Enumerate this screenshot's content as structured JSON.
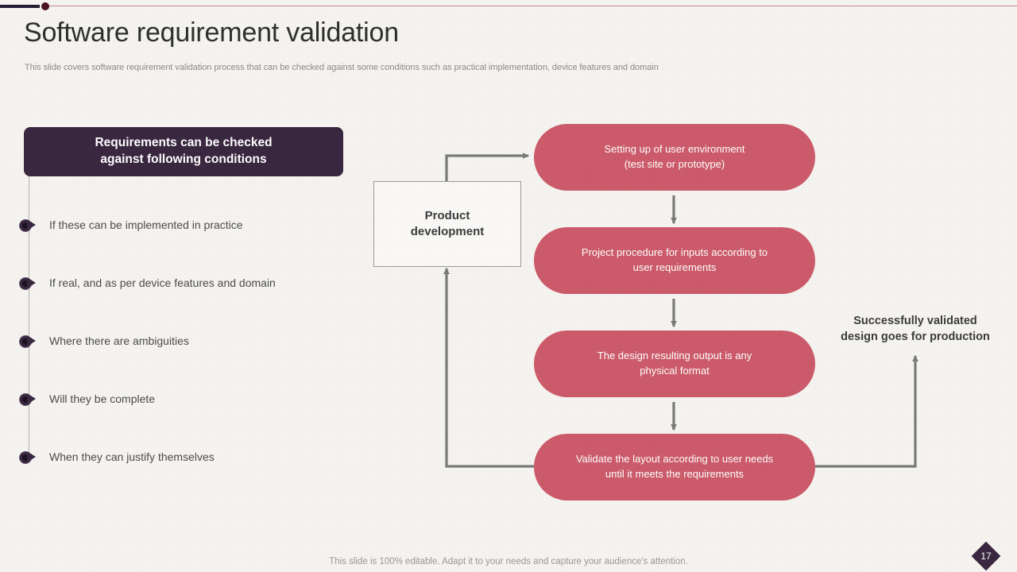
{
  "slide": {
    "title": "Software requirement validation",
    "subtitle": "This slide covers software requirement validation process that can be checked against some conditions such as practical implementation, device features and domain",
    "footer_note": "This slide is 100% editable. Adapt it to your needs and capture your audience's attention.",
    "page_number": "17"
  },
  "colors": {
    "accent_pink": "#cd5b6b",
    "dark_purple": "#3a2740",
    "background": "#f7f5f1",
    "arrow_gray": "#7a7a7a",
    "rule_dark": "#241c33",
    "rule_thin": "#c98a93"
  },
  "conditions_panel": {
    "header": "Requirements can be checked against following conditions",
    "header_line_1": "Requirements can be checked",
    "header_line_2": "against following conditions",
    "items": [
      {
        "label": "If these can be implemented in practice"
      },
      {
        "label": "If real, and as per device features and domain"
      },
      {
        "label": "Where there are ambiguities"
      },
      {
        "label": "Will they be complete"
      },
      {
        "label": "When they can justify themselves"
      }
    ]
  },
  "flow": {
    "input_box": {
      "label": "Product development",
      "line_1": "Product",
      "line_2": "development"
    },
    "steps": [
      {
        "label": "Setting up of user environment (test site or prototype)",
        "line_1": "Setting up of user environment",
        "line_2": "(test site or prototype)"
      },
      {
        "label": "Project procedure for inputs according to user requirements",
        "line_1": "Project procedure for inputs according to",
        "line_2": "user requirements"
      },
      {
        "label": "The design resulting output is any physical format",
        "line_1": "The design resulting output  is any",
        "line_2": "physical format"
      },
      {
        "label": "Validate the layout according to user needs until it meets the requirements",
        "line_1": "Validate the layout according to  user needs",
        "line_2": "until it meets the requirements"
      }
    ],
    "output_note": {
      "label": "Successfully validated design goes for production",
      "line_1": "Successfully validated",
      "line_2": "design goes for production"
    }
  }
}
